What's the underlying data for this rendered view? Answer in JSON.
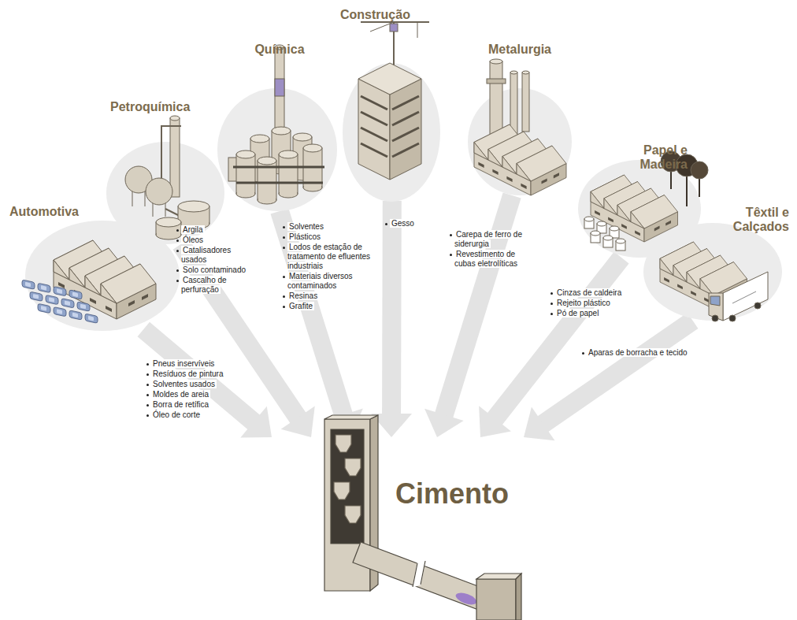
{
  "diagram": {
    "nodes": [
      {
        "text": [
          "Automotiva"
        ]
      },
      {
        "text": [
          "Petroquímica"
        ]
      },
      {
        "text": [
          "Química"
        ]
      },
      {
        "text": [
          "Construção"
        ]
      },
      {
        "text": [
          "Metalurgia"
        ]
      },
      {
        "text": [
          "Papel e Madeira"
        ]
      },
      {
        "text": [
          "Têxtil e Calçados"
        ]
      },
      {
        "text": [
          "Cimento"
        ]
      }
    ],
    "edges": [
      {
        "from": 0,
        "to": 7,
        "arrow": "to"
      },
      {
        "from": 1,
        "to": 7,
        "arrow": "to"
      },
      {
        "from": 2,
        "to": 7,
        "arrow": "to"
      },
      {
        "from": 3,
        "to": 7,
        "arrow": "to"
      },
      {
        "from": 4,
        "to": 7,
        "arrow": "to"
      },
      {
        "from": 5,
        "to": 7,
        "arrow": "to"
      },
      {
        "from": 6,
        "to": 7,
        "arrow": "to"
      }
    ],
    "labels": [
      "Pneus inservíveis",
      "Resíduos de pintura",
      "Solventes usados",
      "Moldes de areia",
      "Borra de retífica",
      "Óleo de corte",
      "Argila",
      "Óleos",
      "Catalisadores usados",
      "Solo contaminado",
      "Cascalho de perfuração",
      "Solventes",
      "Plásticos",
      "Lodos de estação de tratamento de efluentes industriais",
      "Materiais diversos contaminados",
      "Resinas",
      "Grafite",
      "Gesso",
      "Carepa de ferro de siderurgia",
      "Revestimento de cubas eletrolíticas",
      "Cinzas de caldeira",
      "Rejeito plástico",
      "Pó de papel",
      "Aparas de borracha e tecido"
    ]
  }
}
